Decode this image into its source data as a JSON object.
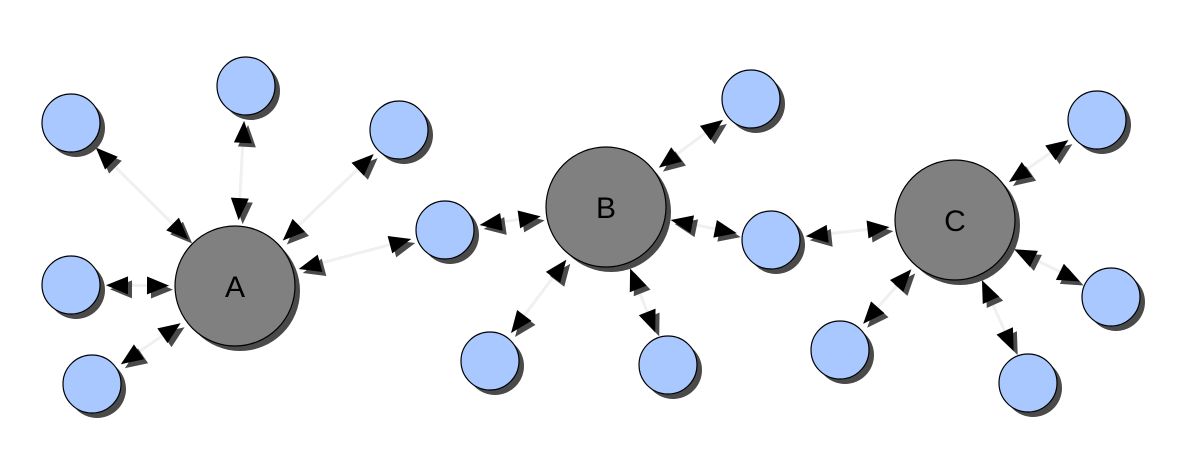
{
  "diagram": {
    "colors": {
      "background": "#ffffff",
      "hub_fill": "#808080",
      "leaf_fill": "#a8c8ff",
      "stroke": "#000000",
      "shadow": "#4a4a4a",
      "edge": "#f0f0f0",
      "arrow": "#000000"
    },
    "hubs": [
      {
        "id": "A",
        "label": "A"
      },
      {
        "id": "B",
        "label": "B"
      },
      {
        "id": "C",
        "label": "C"
      }
    ]
  }
}
